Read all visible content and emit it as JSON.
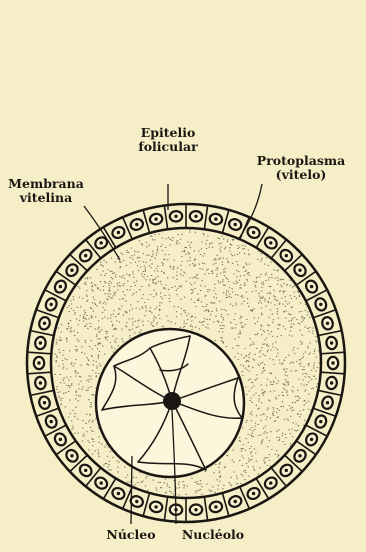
{
  "labels": {
    "epitelio_folicular": [
      "Epitelio",
      "folicular"
    ],
    "protoplasma": [
      "Protoplasma",
      "(vitelo)"
    ],
    "membrana_vitelina": [
      "Membrana",
      "vitelina"
    ],
    "nucleo": "Núcleo",
    "nucleolo": "Nucléolo"
  },
  "colors": {
    "background": "#f5eec6",
    "ink": "#1a1713"
  }
}
